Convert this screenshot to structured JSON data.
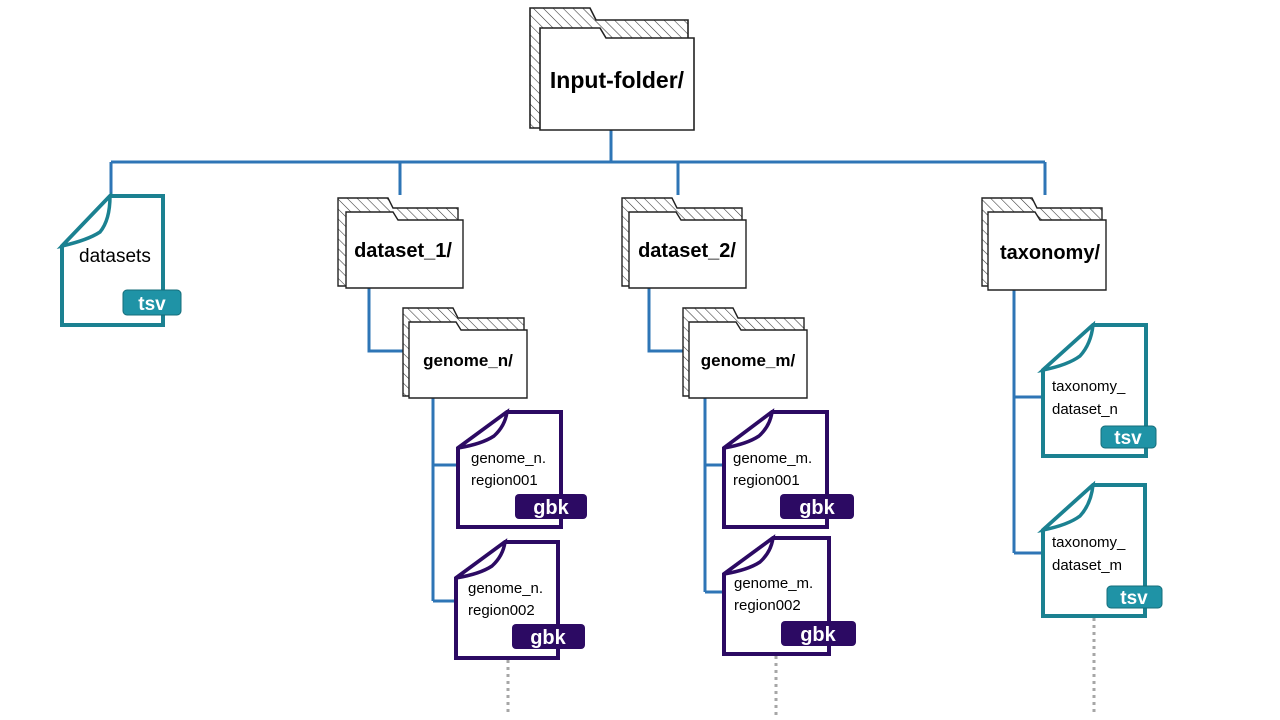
{
  "root": {
    "label": "Input-folder/"
  },
  "files": {
    "datasets": {
      "name": "datasets",
      "ext": "tsv"
    },
    "genome_n_region001": {
      "line1": "genome_n.",
      "line2": "region001",
      "ext": "gbk"
    },
    "genome_n_region002": {
      "line1": "genome_n.",
      "line2": "region002",
      "ext": "gbk"
    },
    "genome_m_region001": {
      "line1": "genome_m.",
      "line2": "region001",
      "ext": "gbk"
    },
    "genome_m_region002": {
      "line1": "genome_m.",
      "line2": "region002",
      "ext": "gbk"
    },
    "taxonomy_dataset_n": {
      "line1": "taxonomy_",
      "line2": "dataset_n",
      "ext": "tsv"
    },
    "taxonomy_dataset_m": {
      "line1": "taxonomy_",
      "line2": "dataset_m",
      "ext": "tsv"
    }
  },
  "folders": {
    "dataset_1": "dataset_1/",
    "dataset_2": "dataset_2/",
    "taxonomy": "taxonomy/",
    "genome_n": "genome_n/",
    "genome_m": "genome_m/"
  },
  "colors": {
    "connector": "#2e75b6",
    "tsv_file": "#1b8191",
    "tsv_badge": "#1f93a6",
    "gbk_file": "#2c0a63",
    "gbk_badge": "#2c0a63",
    "continuation": "#a6a6a6"
  }
}
